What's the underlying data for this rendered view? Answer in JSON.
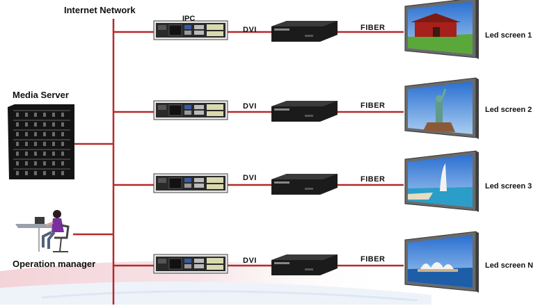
{
  "network_label": "Internet Network",
  "media_server_label": "Media Server",
  "operator_label": "Operation manager",
  "ipc_label": "IPC",
  "dvi_label": "DVI",
  "fiber_label": "FIBER",
  "screens": [
    {
      "label": "Led screen 1",
      "scene": "gate"
    },
    {
      "label": "Led screen 2",
      "scene": "liberty"
    },
    {
      "label": "Led screen 3",
      "scene": "burj"
    },
    {
      "label": "Led screen N",
      "scene": "opera"
    }
  ],
  "colors": {
    "link": "#b52a2a",
    "device": "#1b1b1b",
    "monitor_frame": "#6a6a6a"
  }
}
